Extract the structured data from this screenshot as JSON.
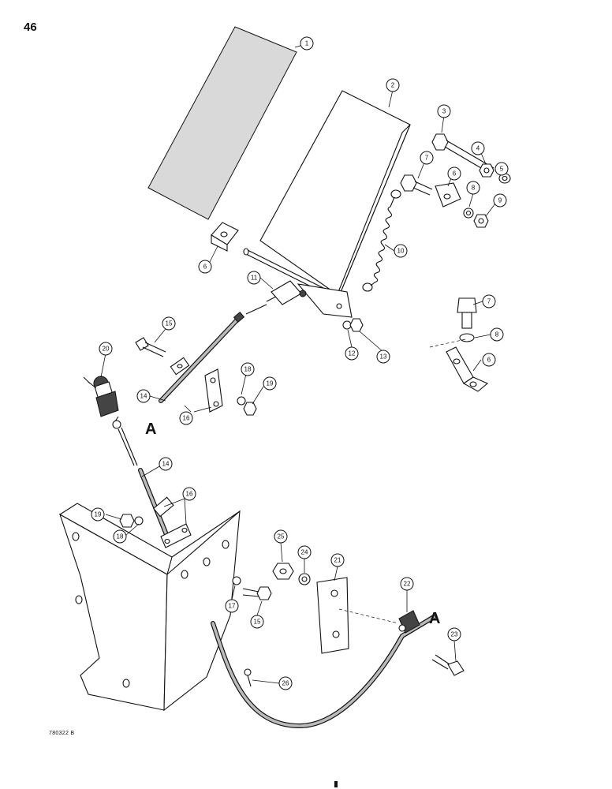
{
  "page": {
    "number": "46",
    "figure_code": "780322 B"
  },
  "ref_letters": [
    "A",
    "A"
  ],
  "callouts": [
    "1",
    "2",
    "3",
    "4",
    "5",
    "6",
    "6",
    "6",
    "7",
    "7",
    "8",
    "8",
    "9",
    "10",
    "11",
    "12",
    "13",
    "14",
    "14",
    "15",
    "15",
    "16",
    "16",
    "17",
    "18",
    "18",
    "19",
    "19",
    "20",
    "21",
    "22",
    "23",
    "24",
    "25",
    "26"
  ]
}
